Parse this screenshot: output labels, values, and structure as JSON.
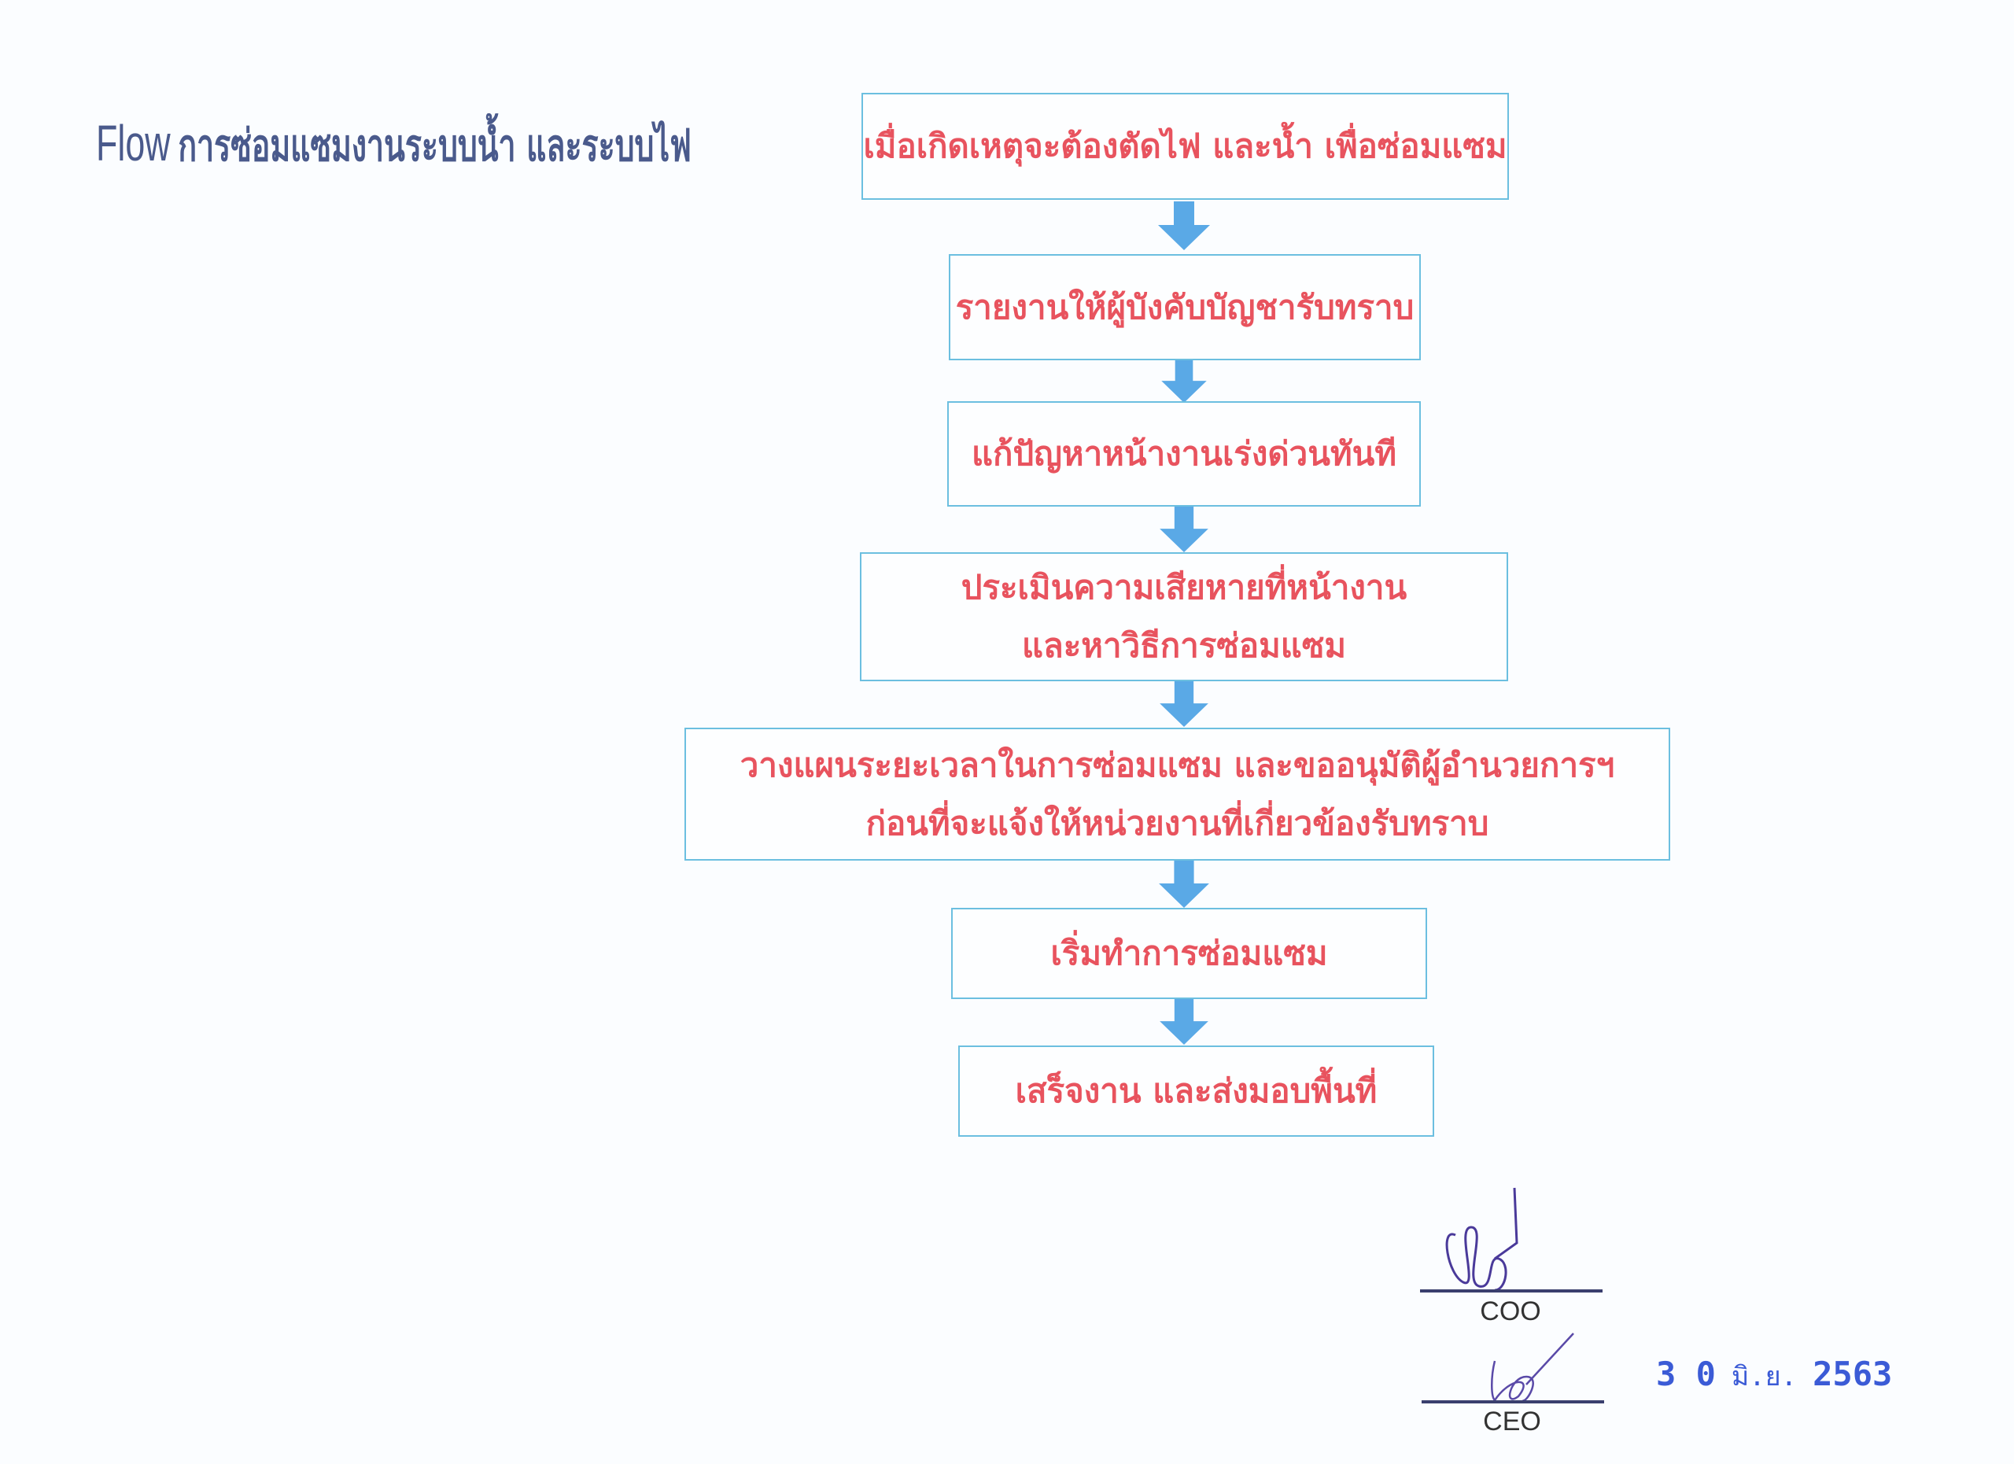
{
  "title": {
    "prefix": "Flow",
    "text": "การซ่อมแซมงานระบบน้ำ และระบบไฟ"
  },
  "steps": [
    {
      "lines": [
        "เมื่อเกิดเหตุจะต้องตัดไฟ และน้ำ เพื่อซ่อมแซม"
      ]
    },
    {
      "lines": [
        "รายงานให้ผู้บังคับบัญชารับทราบ"
      ]
    },
    {
      "lines": [
        "แก้ปัญหาหน้างานเร่งด่วนทันที"
      ]
    },
    {
      "lines": [
        "ประเมินความเสียหายที่หน้างาน",
        "และหาวิธีการซ่อมแซม"
      ]
    },
    {
      "lines": [
        "วางแผนระยะเวลาในการซ่อมแซม และขออนุมัติผู้อำนวยการฯ",
        "ก่อนที่จะแจ้งให้หน่วยงานที่เกี่ยวข้องรับทราบ"
      ]
    },
    {
      "lines": [
        "เริ่มทำการซ่อมแซม"
      ]
    },
    {
      "lines": [
        "เสร็จงาน และส่งมอบพื้นที่"
      ]
    }
  ],
  "signatures": {
    "coo_label": "COO",
    "ceo_label": "CEO"
  },
  "date_stamp": {
    "day": "3 0",
    "month": "มิ.ย.",
    "year": "2563"
  },
  "colors": {
    "title": "#4a5a8c",
    "step_text": "#e8535e",
    "box_border": "#6cbfe0",
    "arrow": "#5aa9e6",
    "stamp": "#3b5bd6"
  }
}
